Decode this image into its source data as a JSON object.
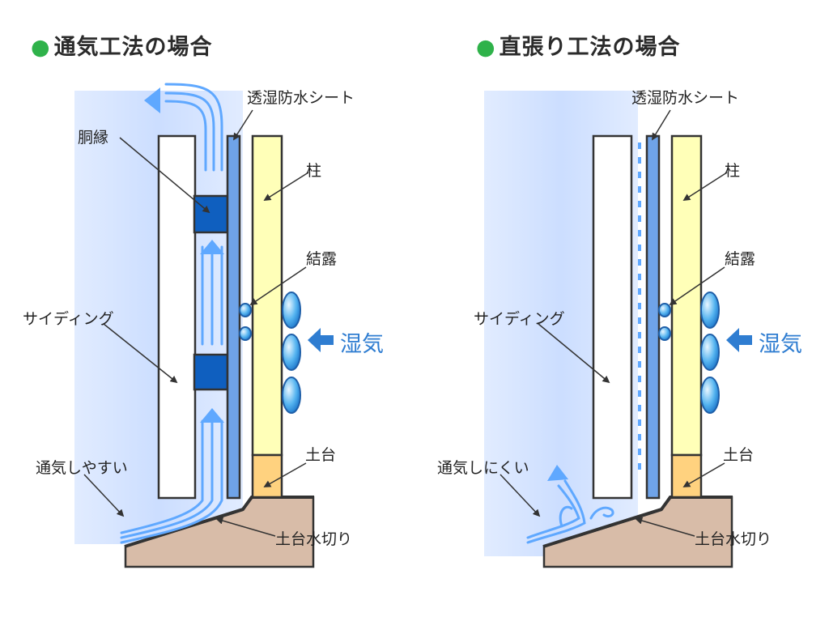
{
  "left": {
    "title": "通気工法の場合",
    "labels": {
      "sheet": "透湿防水シート",
      "furring": "胴縁",
      "pillar": "柱",
      "condensation": "結露",
      "siding": "サイディング",
      "moisture": "湿気",
      "ventilation": "通気しやすい",
      "sill": "土台",
      "sill_flashing": "土台水切り"
    }
  },
  "right": {
    "title": "直張り工法の場合",
    "labels": {
      "sheet": "透湿防水シート",
      "pillar": "柱",
      "condensation": "結露",
      "siding": "サイディング",
      "moisture": "湿気",
      "ventilation": "通気しにくい",
      "sill": "土台",
      "sill_flashing": "土台水切り"
    }
  },
  "colors": {
    "title_bullet": "#2fb24a",
    "air_fill": "#c9dcff",
    "moisture_arrow": "#2f7dd1",
    "sheet": "#6fa3e8",
    "pillar": "#ffffb8",
    "sill": "#ffd27f",
    "furring": "#0f5fbf",
    "ground": "#d8bca8"
  }
}
